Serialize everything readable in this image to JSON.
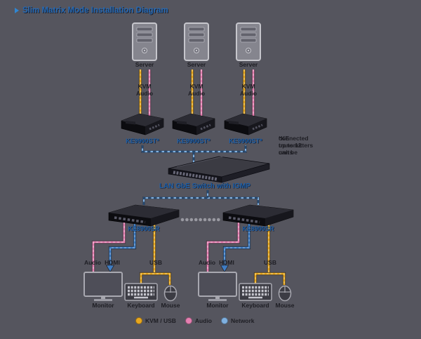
{
  "title": "Slim Matrix Mode Installation Diagram",
  "colors": {
    "background": "#55555e",
    "kvm_cable": "#e8a71e",
    "audio_cable": "#e57fb1",
    "hdmi_cable": "#3f7dc4",
    "network_base": "#7fb0e0",
    "network_dash": "#26496f",
    "label_blue": "#1d5fa8",
    "label_dark": "#1e1e24"
  },
  "servers": {
    "label": "Server",
    "kvm_label": "KVM",
    "audio_label": "Audio"
  },
  "transmitters": {
    "model": "KE9900ST*",
    "note_line1": "*KE transmitters can be",
    "note_line2": "connected up to 12 units"
  },
  "network_switch": {
    "label": "LAN GbE Switch with IGMP"
  },
  "receivers": {
    "model": "KE8900SR"
  },
  "stations": {
    "audio_label": "Audio",
    "hdmi_label": "HDMI",
    "usb_label": "USB",
    "monitor_label": "Monitor",
    "keyboard_label": "Keyboard",
    "mouse_label": "Mouse"
  },
  "legend": {
    "items": [
      {
        "label": "KVM / USB",
        "color": "#e8a71e"
      },
      {
        "label": "Audio",
        "color": "#e57fb1"
      },
      {
        "label": "Network",
        "color": "#7fb0e0"
      }
    ]
  }
}
